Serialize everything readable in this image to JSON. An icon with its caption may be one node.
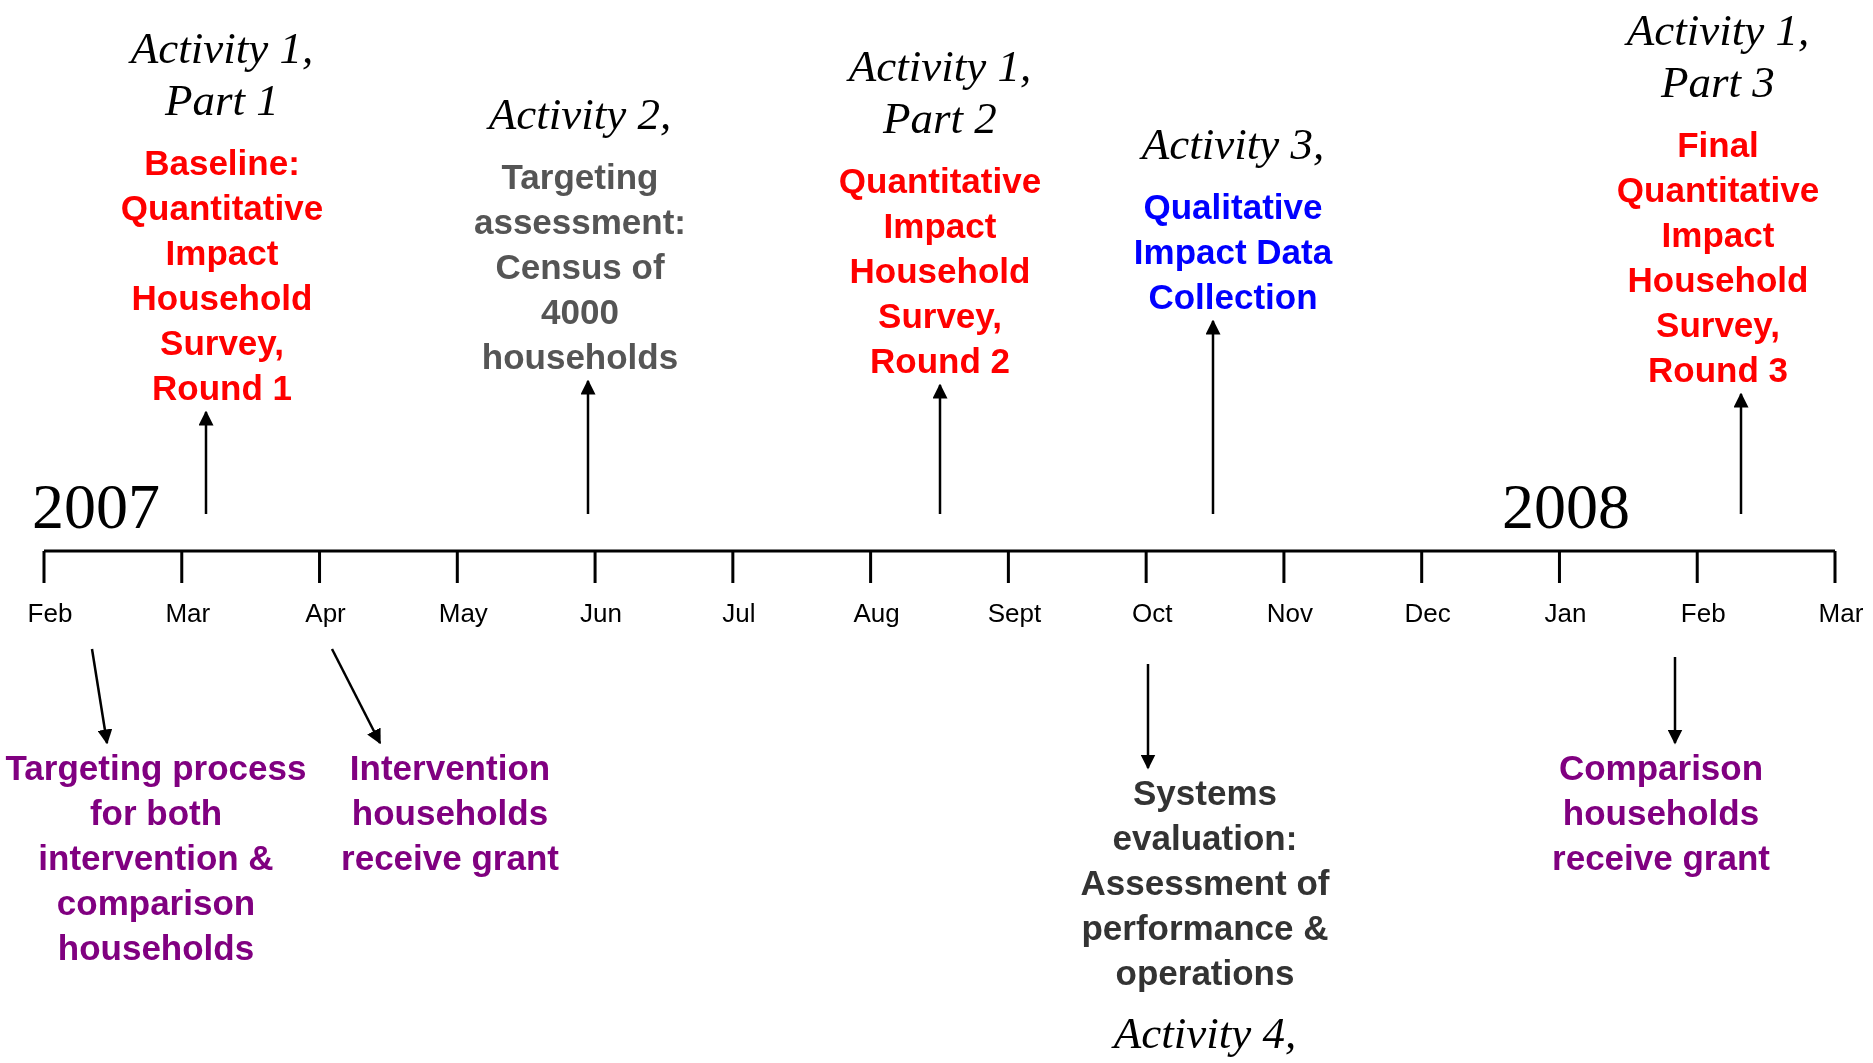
{
  "diagram": {
    "nodes": [
      {
        "text": [
          "Activity 1, Part 1",
          "Baseline: Quantitative Impact Household Survey, Round 1"
        ]
      },
      {
        "text": [
          "Activity 2,",
          "Targeting assessment: Census of 4000 households"
        ]
      },
      {
        "text": [
          "Activity 1, Part 2",
          "Quantitative Impact Household Survey, Round 2"
        ]
      },
      {
        "text": [
          "Activity 3,",
          "Qualitative Impact Data Collection"
        ]
      },
      {
        "text": [
          "Activity 1, Part 3",
          "Final Quantitative Impact Household Survey, Round 3"
        ]
      },
      {
        "text": [
          "Targeting process for both intervention & comparison households"
        ]
      },
      {
        "text": [
          "Intervention households receive grant"
        ]
      },
      {
        "text": [
          "Systems evaluation: Assessment of performance & operations",
          "Activity 4,"
        ]
      },
      {
        "text": [
          "Comparison households receive grant"
        ]
      }
    ],
    "edges": [
      {
        "from": null,
        "to": 0,
        "arrow": "to"
      },
      {
        "from": null,
        "to": 1,
        "arrow": "to"
      },
      {
        "from": null,
        "to": 2,
        "arrow": "to"
      },
      {
        "from": null,
        "to": 3,
        "arrow": "to"
      },
      {
        "from": null,
        "to": 4,
        "arrow": "to"
      },
      {
        "from": null,
        "to": 5,
        "arrow": "to"
      },
      {
        "from": null,
        "to": 6,
        "arrow": "to"
      },
      {
        "from": null,
        "to": 7,
        "arrow": "to"
      },
      {
        "from": null,
        "to": 8,
        "arrow": "to"
      }
    ],
    "labels": [
      "2007",
      "2008",
      "Feb",
      "Mar",
      "Apr",
      "May",
      "Jun",
      "Jul",
      "Aug",
      "Sept",
      "Oct",
      "Nov",
      "Dec",
      "Jan",
      "Feb",
      "Mar"
    ]
  }
}
